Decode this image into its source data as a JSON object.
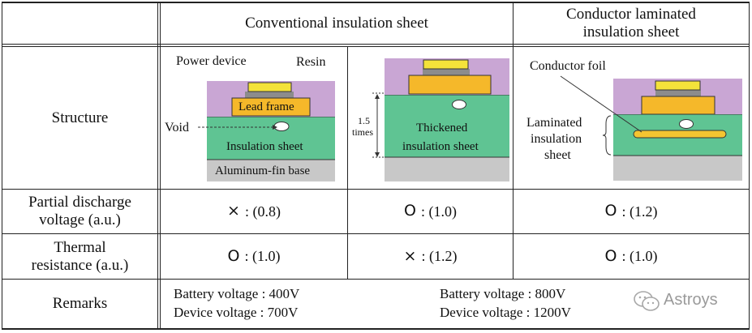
{
  "headers": {
    "conventional": "Conventional insulation sheet",
    "laminated": "Conductor laminated\ninsulation sheet"
  },
  "rows": {
    "structure": "Structure",
    "partial_discharge": "Partial discharge\nvoltage (a.u.)",
    "thermal": "Thermal\nresistance (a.u.)",
    "remarks": "Remarks"
  },
  "diagram1": {
    "power_device": "Power device",
    "resin": "Resin",
    "lead_frame": "Lead frame",
    "void": "Void",
    "insulation_sheet": "Insulation sheet",
    "base": "Aluminum-fin base"
  },
  "diagram2": {
    "times_value": "1.5",
    "times_unit": "times",
    "sheet_line1": "Thickened",
    "sheet_line2": "insulation sheet"
  },
  "diagram3": {
    "conductor_foil": "Conductor foil",
    "laminated_line1": "Laminated",
    "laminated_line2": "insulation",
    "laminated_line3": "sheet"
  },
  "values": {
    "pd_conventional_symbol": "×",
    "pd_conventional": ": (0.8)",
    "pd_thickened_symbol": "O",
    "pd_thickened": ": (1.0)",
    "pd_laminated_symbol": "O",
    "pd_laminated": ": (1.2)",
    "th_conventional_symbol": "O",
    "th_conventional": ": (1.0)",
    "th_thickened_symbol": "×",
    "th_thickened": ": (1.2)",
    "th_laminated_symbol": "O",
    "th_laminated": ": (1.0)"
  },
  "remarks": {
    "conventional_line1": "Battery voltage : 400V",
    "conventional_line2": "Device voltage : 700V",
    "new_line1": "Battery voltage : 800V",
    "new_line2": "Device voltage : 1200V"
  },
  "watermark": "Astroys",
  "colors": {
    "resin": "#c9a6d4",
    "lead_frame": "#f5b82a",
    "power_device": "#f4e23a",
    "insulation": "#5fc493",
    "base": "#c8c8c8",
    "solder": "#8c8c8c"
  }
}
